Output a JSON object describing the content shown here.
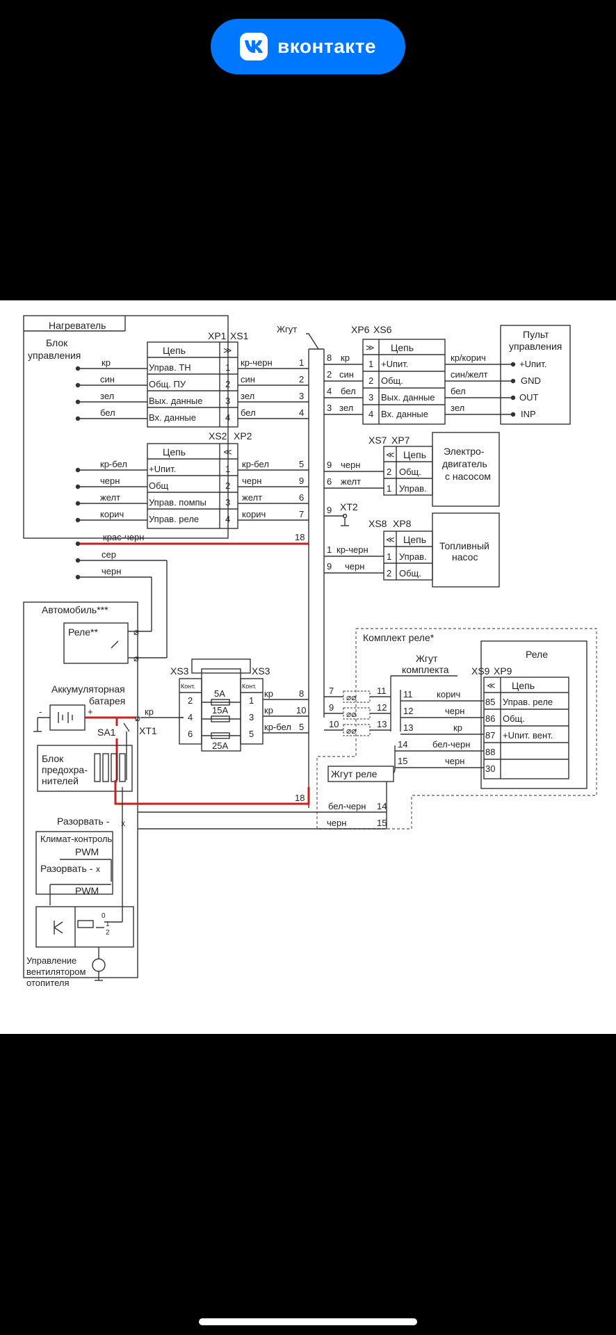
{
  "header": {
    "app_name": "вконтакте",
    "icon": "vk-logo-icon"
  },
  "colors": {
    "brand": "#0077FF",
    "power_wire": "#cc1f1f"
  },
  "diagram": {
    "heater": {
      "title": "Нагреватель",
      "control_unit": [
        "Блок",
        "управления"
      ],
      "wires_top": [
        "кр",
        "син",
        "зел",
        "бел"
      ],
      "wires_mid": [
        "кр-бел",
        "черн",
        "желт",
        "корич",
        "крас-черн",
        "сер",
        "черн"
      ]
    },
    "xp1": {
      "label": "XP1",
      "label2": "XS1",
      "head": "Цепь",
      "rows": [
        {
          "name": "Управ. ТН",
          "n": "1",
          "wire": "кр-черн",
          "harness": "1"
        },
        {
          "name": "Общ. ПУ",
          "n": "2",
          "wire": "син",
          "harness": "2"
        },
        {
          "name": "Вых. данные",
          "n": "3",
          "wire": "зел",
          "harness": "3"
        },
        {
          "name": "Вх. данные",
          "n": "4",
          "wire": "бел",
          "harness": "4"
        }
      ]
    },
    "xs2": {
      "label": "XS2",
      "label2": "XP2",
      "head": "Цепь",
      "rows": [
        {
          "name": "+Uпит.",
          "n": "1",
          "wire": "кр-бел",
          "harness": "5"
        },
        {
          "name": "Общ",
          "n": "2",
          "wire": "черн",
          "harness": "9"
        },
        {
          "name": "Управ. помпы",
          "n": "3",
          "wire": "желт",
          "harness": "6"
        },
        {
          "name": "Управ. реле",
          "n": "4",
          "wire": "корич",
          "harness": "7"
        }
      ],
      "power_harness": "18"
    },
    "harness_label": "Жгут",
    "xp6": {
      "label": "XP6",
      "label2": "XS6",
      "head": "Цепь",
      "rows": [
        {
          "h": "8",
          "w": "кр",
          "n": "1",
          "name": "+Uпит.",
          "out": "кр/корич",
          "term": "+Uпит."
        },
        {
          "h": "2",
          "w": "син",
          "n": "2",
          "name": "Общ.",
          "out": "син/желт",
          "term": "GND"
        },
        {
          "h": "4",
          "w": "бел",
          "n": "3",
          "name": "Вых. данные",
          "out": "бел",
          "term": "OUT"
        },
        {
          "h": "3",
          "w": "зел",
          "n": "4",
          "name": "Вх. данные",
          "out": "зел",
          "term": "INP"
        }
      ]
    },
    "remote": {
      "title": [
        "Пульт",
        "управления"
      ]
    },
    "xs7": {
      "label": "XS7",
      "label2": "XP7",
      "head": "Цепь",
      "rows": [
        {
          "h": "9",
          "w": "черн",
          "n": "2",
          "name": "Общ."
        },
        {
          "h": "6",
          "w": "желт",
          "n": "1",
          "name": "Управ."
        }
      ],
      "device": [
        "Электро-",
        "двигатель",
        "с насосом"
      ]
    },
    "xt2": {
      "label": "XT2",
      "h": "9"
    },
    "xs8": {
      "label": "XS8",
      "label2": "XP8",
      "head": "Цепь",
      "rows": [
        {
          "h": "1",
          "w": "кр-черн",
          "n": "1",
          "name": "Управ."
        },
        {
          "h": "9",
          "w": "черн",
          "n": "2",
          "name": "Общ."
        }
      ],
      "device": [
        "Топливный",
        "насос"
      ]
    },
    "car": {
      "title": "Автомобиль***",
      "relay": "Реле**",
      "battery": [
        "Аккумуляторная",
        "батарея"
      ],
      "minus": "-",
      "plus": "+",
      "sa1": "SA1",
      "xt1": "XT1",
      "kr": "кр",
      "fuse_block": [
        "Блок",
        "предохра-",
        "нителей"
      ],
      "break1": "Разорвать -",
      "climate": "Климат-контроль",
      "pwm": "PWM",
      "break2": "Разорвать -",
      "pwm2": "PWM",
      "switch_pos": [
        "0",
        "1",
        "2"
      ],
      "fan_ctrl": [
        "Управление",
        "вентилятором",
        "отопителя"
      ],
      "cross": "x"
    },
    "fuses": {
      "xs3_left": "XS3",
      "xs3_right": "XS3",
      "kont": "Конт.",
      "rows": [
        {
          "l": "2",
          "fuse": "5A",
          "r": "1",
          "wire": "кр",
          "harness": "8"
        },
        {
          "l": "4",
          "fuse": "15A",
          "r": "3",
          "wire": "кр",
          "harness": "10"
        },
        {
          "l": "6",
          "fuse": "25A",
          "r": "5",
          "wire": "кр-бел",
          "harness": "5"
        }
      ]
    },
    "relay_kit": {
      "title": "Комплект реле*",
      "harness_kit": [
        "Жгут",
        "комплекта"
      ],
      "left_nums": [
        "7",
        "9",
        "10"
      ],
      "mid_nums": [
        "11",
        "12",
        "13"
      ],
      "relay_title": "Реле",
      "xs9": "XS9",
      "xp9": "XP9",
      "head": "Цепь",
      "rows": [
        {
          "h": "11",
          "w": "корич",
          "n": "85",
          "name": "Управ. реле"
        },
        {
          "h": "12",
          "w": "черн",
          "n": "86",
          "name": "Общ."
        },
        {
          "h": "13",
          "w": "кр",
          "n": "87",
          "name": "+Uпит. вент."
        },
        {
          "h": "14",
          "w": "бел-черн",
          "n": "88",
          "name": ""
        },
        {
          "h": "15",
          "w": "черн",
          "n": "30",
          "name": ""
        }
      ],
      "relay_harness": "Жгут реле",
      "bottom": [
        {
          "w": "бел-черн",
          "n": "14"
        },
        {
          "w": "черн",
          "n": "15"
        }
      ],
      "power_harness": "18"
    }
  }
}
